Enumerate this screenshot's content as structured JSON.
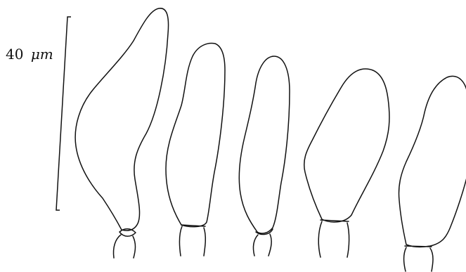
{
  "scale_bar": {
    "value": "40",
    "unit": "μm"
  },
  "colors": {
    "ink": "#111111",
    "background": "#ffffff"
  },
  "cells": [
    {
      "id": "cell-1",
      "shape": "sinuous-elongate"
    },
    {
      "id": "cell-2",
      "shape": "narrowly-obovoid"
    },
    {
      "id": "cell-3",
      "shape": "narrowly-obovoid"
    },
    {
      "id": "cell-4",
      "shape": "broadly-obovoid"
    },
    {
      "id": "cell-5",
      "shape": "obovoid-partial"
    }
  ]
}
